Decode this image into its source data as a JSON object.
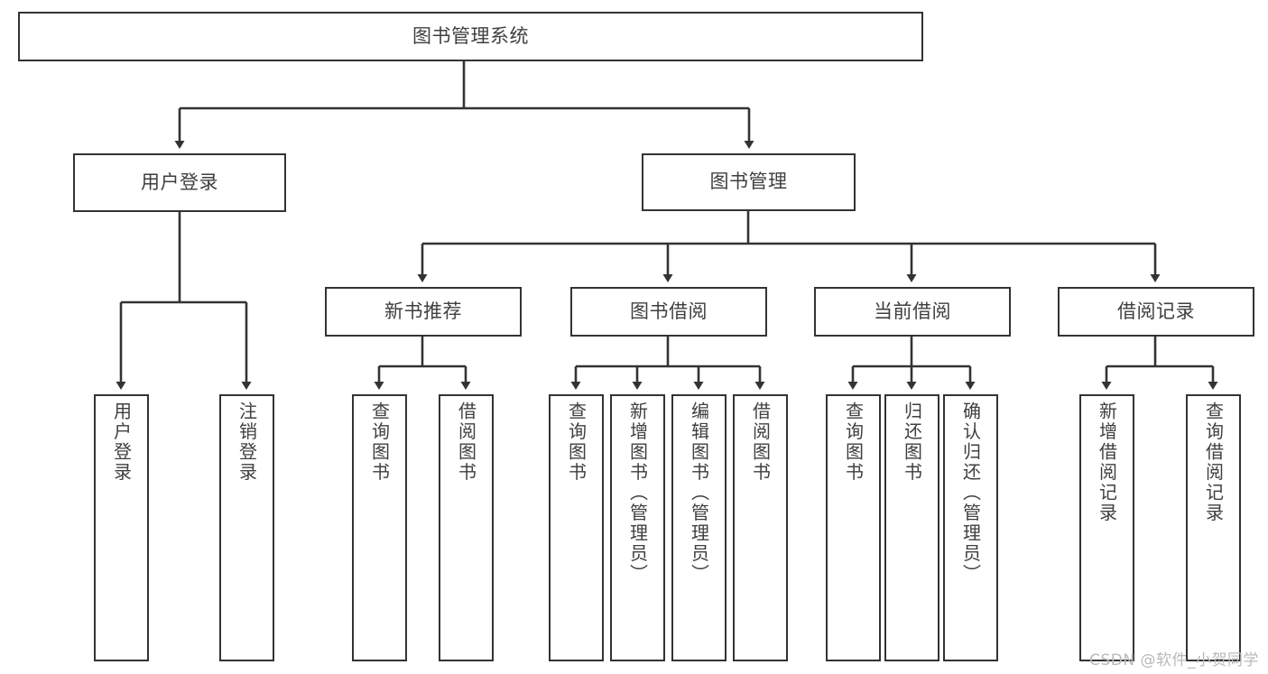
{
  "diagram": {
    "title": "图书管理系统",
    "type": "hierarchy-tree",
    "colors": {
      "box_border": "#333333",
      "box_fill": "#ffffff",
      "text": "#3f3f3f",
      "line": "#333333",
      "watermark": "#b9b9b9",
      "background": "#ffffff"
    },
    "levels": {
      "root": {
        "label": "图书管理系统"
      },
      "level2": [
        {
          "label": "用户登录"
        },
        {
          "label": "图书管理"
        }
      ],
      "level3": [
        {
          "label": "新书推荐"
        },
        {
          "label": "图书借阅"
        },
        {
          "label": "当前借阅"
        },
        {
          "label": "借阅记录"
        }
      ],
      "leaves": {
        "user_login": [
          {
            "label": "用户登录"
          },
          {
            "label": "注销登录"
          }
        ],
        "new_book_recommend": [
          {
            "label": "查询图书"
          },
          {
            "label": "借阅图书"
          }
        ],
        "book_borrow": [
          {
            "label": "查询图书"
          },
          {
            "label": "新增图书（管理员）"
          },
          {
            "label": "编辑图书（管理员）"
          },
          {
            "label": "借阅图书"
          }
        ],
        "current_borrow": [
          {
            "label": "查询图书"
          },
          {
            "label": "归还图书"
          },
          {
            "label": "确认归还（管理员）"
          }
        ],
        "borrow_record": [
          {
            "label": "新增借阅记录"
          },
          {
            "label": "查询借阅记录"
          }
        ]
      }
    },
    "watermark": "CSDN @软件_小贺同学"
  }
}
